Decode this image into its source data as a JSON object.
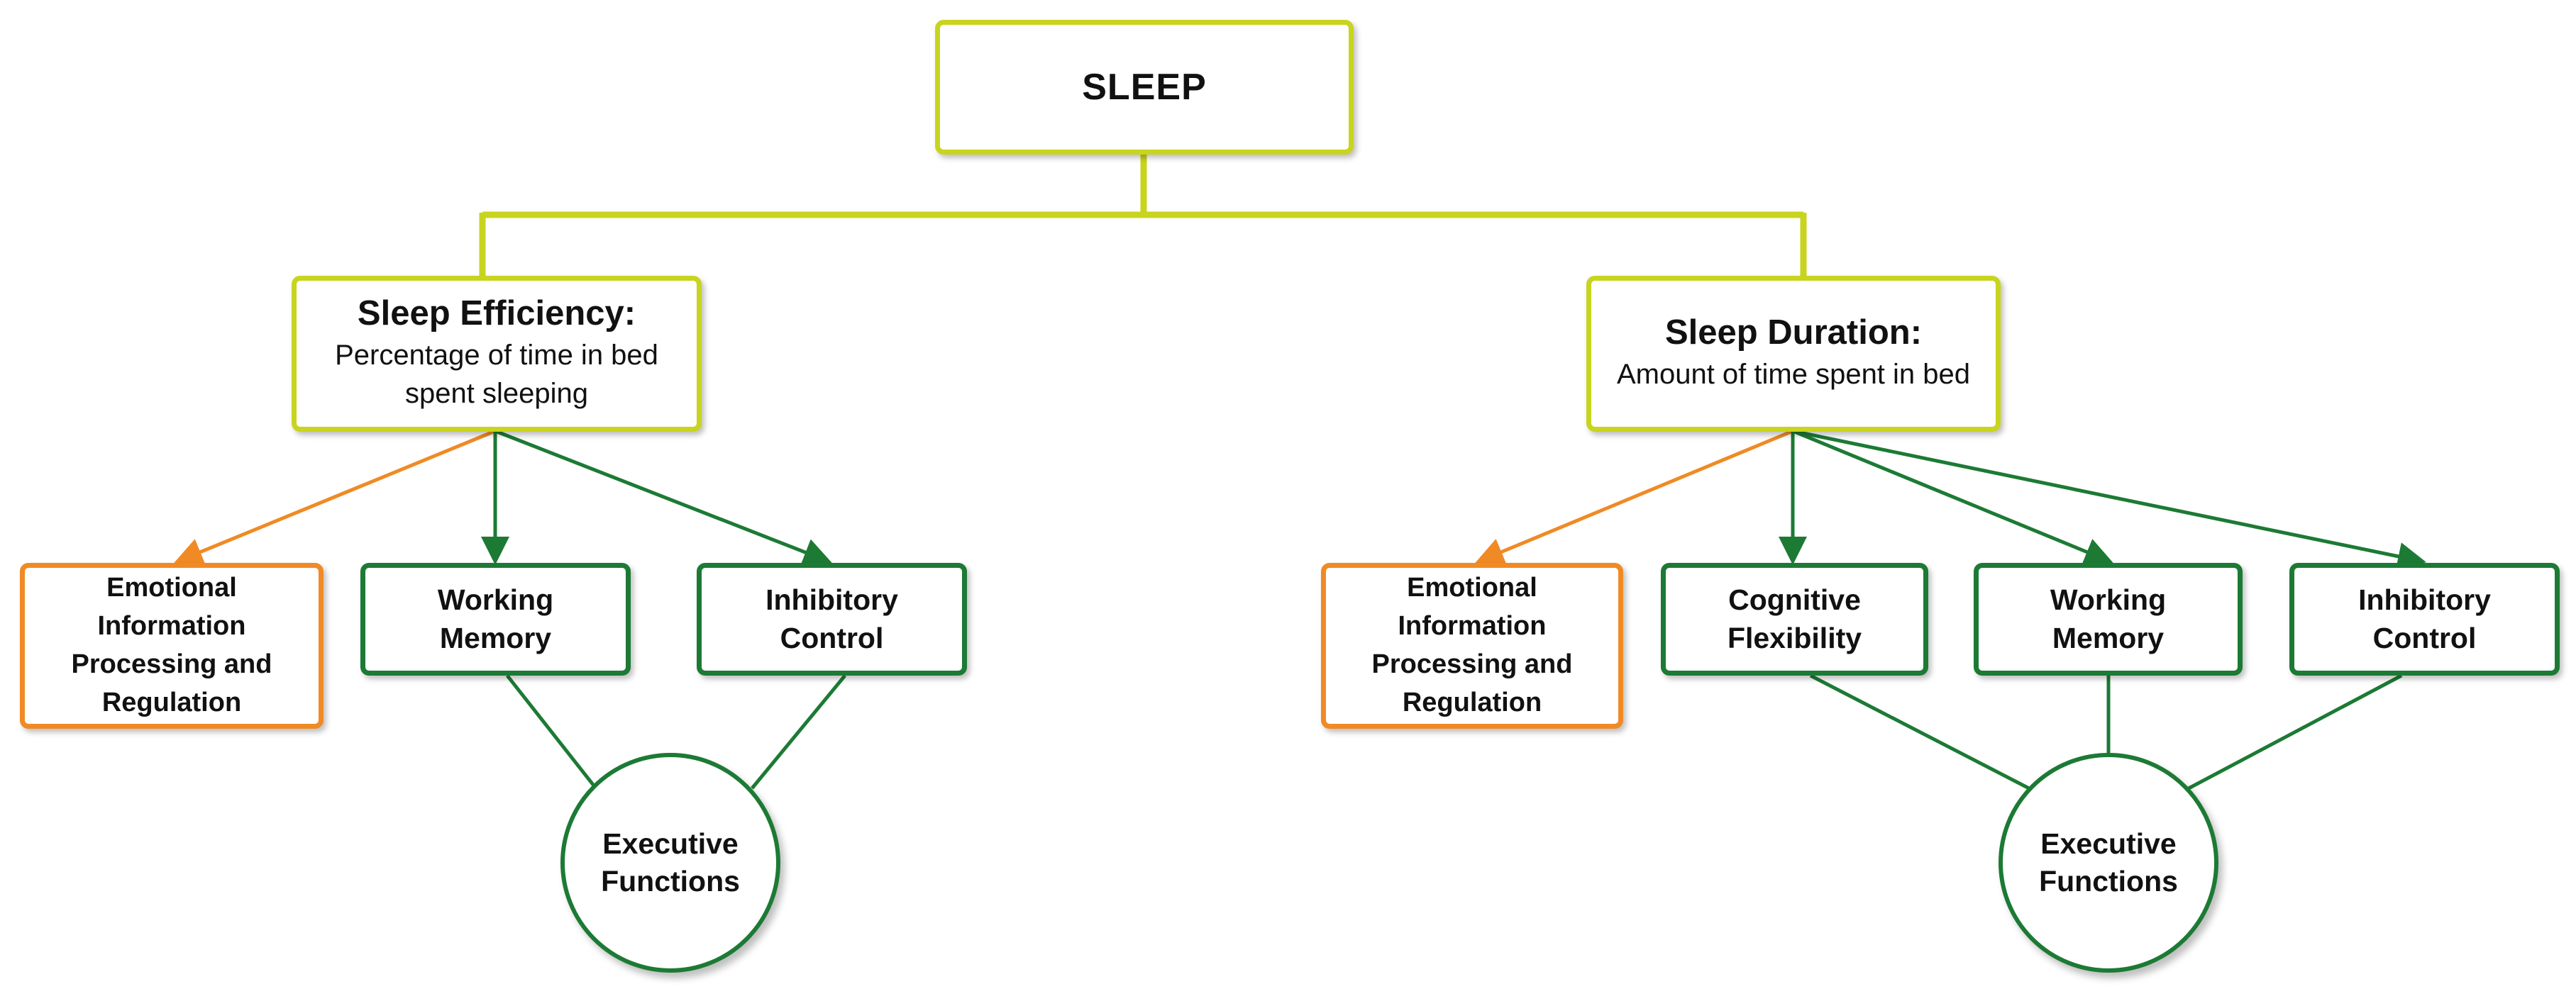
{
  "colors": {
    "yellow": "#c8d41e",
    "green": "#1c7a34",
    "orange": "#f08a25"
  },
  "root": {
    "label": "SLEEP"
  },
  "left": {
    "title": "Sleep Efficiency:",
    "desc": "Percentage of time in bed spent sleeping",
    "emotional": "Emotional Information Processing and Regulation",
    "working_memory": "Working Memory",
    "inhibitory_control": "Inhibitory Control",
    "executive": "Executive Functions"
  },
  "right": {
    "title": "Sleep Duration:",
    "desc": "Amount of time spent in bed",
    "emotional": "Emotional Information Processing and Regulation",
    "cognitive_flexibility": "Cognitive Flexibility",
    "working_memory": "Working Memory",
    "inhibitory_control": "Inhibitory Control",
    "executive": "Executive Functions"
  }
}
